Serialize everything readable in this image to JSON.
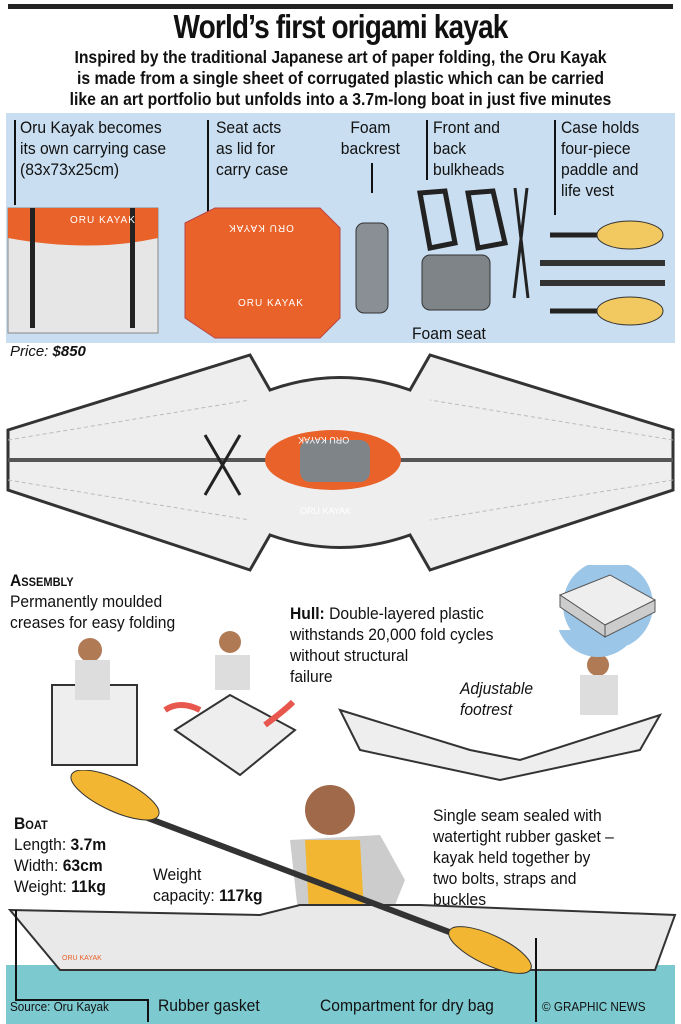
{
  "title": "World’s first origami kayak",
  "subtitle": [
    "Inspired by the traditional Japanese art of paper folding, the Oru Kayak",
    "is made from a single sheet of corrugated plastic which can be carried",
    "like an art portfolio but unfolds into a 3.7m-long boat in just five minutes"
  ],
  "panel": {
    "case": [
      "Oru Kayak becomes",
      "its own carrying case",
      "(83x73x25cm)"
    ],
    "seat_lid": [
      "Seat acts",
      "as lid for",
      "carry case"
    ],
    "backrest": [
      "Foam",
      "backrest"
    ],
    "bulkheads": [
      "Front and",
      "back",
      "bulkheads"
    ],
    "paddle": [
      "Case holds",
      "four-piece",
      "paddle and",
      "life vest"
    ],
    "foam_seat": "Foam seat",
    "case_logo": "ORU KAYAK",
    "lid_logo_top": "ORU KAYAK",
    "lid_logo_bottom": "ORU KAYAK"
  },
  "price": {
    "label": "Price:",
    "value": "$850"
  },
  "flat_logo_top": "ORU KAYAK",
  "flat_logo_bottom": "ORU KAYAK",
  "assembly": {
    "heading": "Assembly",
    "text": [
      "Permanently moulded",
      "creases for easy folding"
    ]
  },
  "hull": {
    "label": "Hull:",
    "text": [
      " Double-layered plastic",
      "withstands 20,000 fold cycles",
      "without structural",
      "failure"
    ]
  },
  "footrest": [
    "Adjustable",
    "footrest"
  ],
  "seam": [
    "Single seam sealed with",
    "watertight rubber gasket –",
    "kayak held together by",
    "two bolts, straps and",
    "buckles"
  ],
  "boat": {
    "heading": "Boat",
    "specs": [
      {
        "label": "Length:",
        "value": "3.7m"
      },
      {
        "label": "Width:",
        "value": "63cm"
      },
      {
        "label": "Weight:",
        "value": "11kg"
      }
    ]
  },
  "capacity": {
    "line1": "Weight",
    "label": "capacity:",
    "value": "117kg"
  },
  "side_logo": "ORU KAYAK",
  "footer": {
    "source": "Source: Oru Kayak",
    "gasket": "Rubber gasket",
    "compartment": "Compartment for dry bag",
    "credit": "© GRAPHIC NEWS"
  },
  "colors": {
    "panel": "#c9def0",
    "orange": "#e8622a",
    "paddle": "#f2b632",
    "water": "#7cc9cf",
    "arrow": "#e8574d"
  }
}
